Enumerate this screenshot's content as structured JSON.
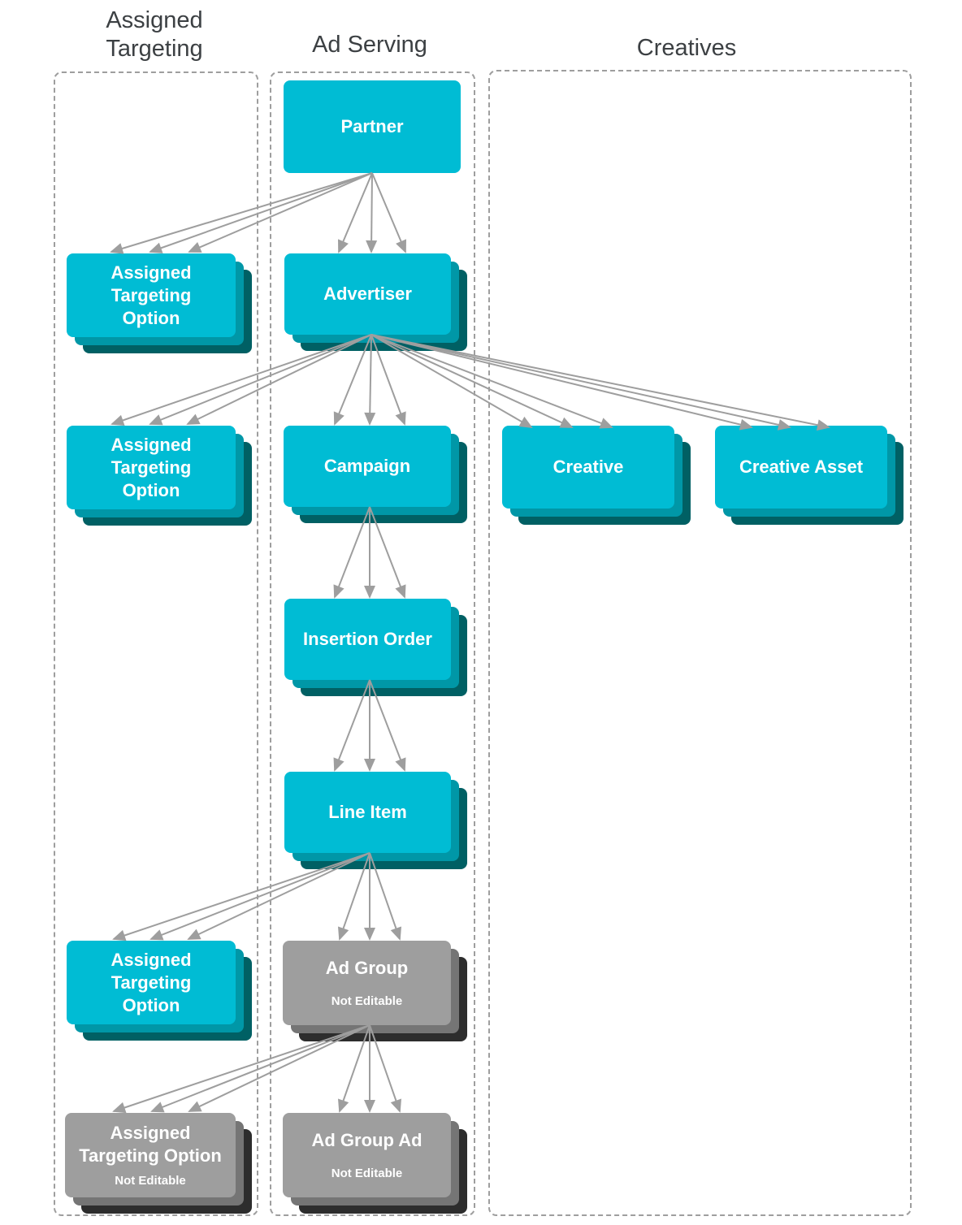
{
  "diagram": {
    "columns": {
      "assigned_targeting": {
        "title": "Assigned Targeting"
      },
      "ad_serving": {
        "title": "Ad Serving"
      },
      "creatives": {
        "title": "Creatives"
      }
    },
    "nodes": {
      "partner": {
        "label": "Partner"
      },
      "advertiser": {
        "label": "Advertiser"
      },
      "ato_partner": {
        "line1": "Assigned",
        "line2": "Targeting",
        "line3": "Option"
      },
      "ato_advertiser": {
        "line1": "Assigned",
        "line2": "Targeting",
        "line3": "Option"
      },
      "campaign": {
        "label": "Campaign"
      },
      "creative": {
        "label": "Creative"
      },
      "creative_asset": {
        "label": "Creative Asset"
      },
      "insertion_order": {
        "label": "Insertion Order"
      },
      "line_item": {
        "label": "Line Item"
      },
      "ato_line_item": {
        "line1": "Assigned",
        "line2": "Targeting",
        "line3": "Option"
      },
      "ad_group": {
        "label": "Ad Group",
        "sublabel": "Not Editable"
      },
      "ato_ad_group": {
        "line1": "Assigned",
        "line2": "Targeting Option",
        "sublabel": "Not Editable"
      },
      "ad_group_ad": {
        "label": "Ad Group Ad",
        "sublabel": "Not Editable"
      }
    },
    "edges": [
      "Partner → Assigned Targeting Option",
      "Partner → Advertiser",
      "Advertiser → Assigned Targeting Option",
      "Advertiser → Campaign",
      "Advertiser → Creative",
      "Advertiser → Creative Asset",
      "Campaign → Insertion Order",
      "Insertion Order → Line Item",
      "Line Item → Assigned Targeting Option",
      "Line Item → Ad Group",
      "Ad Group → Assigned Targeting Option (Not Editable)",
      "Ad Group → Ad Group Ad"
    ],
    "colors": {
      "node_cyan": "#00bcd4",
      "node_cyan_mid": "#0097a7",
      "node_cyan_dark": "#006064",
      "node_gray": "#9e9e9e",
      "node_gray_mid": "#757575",
      "node_gray_dark": "#2d2d2d",
      "arrow": "#9e9e9e",
      "title_text": "#3c4043"
    }
  }
}
